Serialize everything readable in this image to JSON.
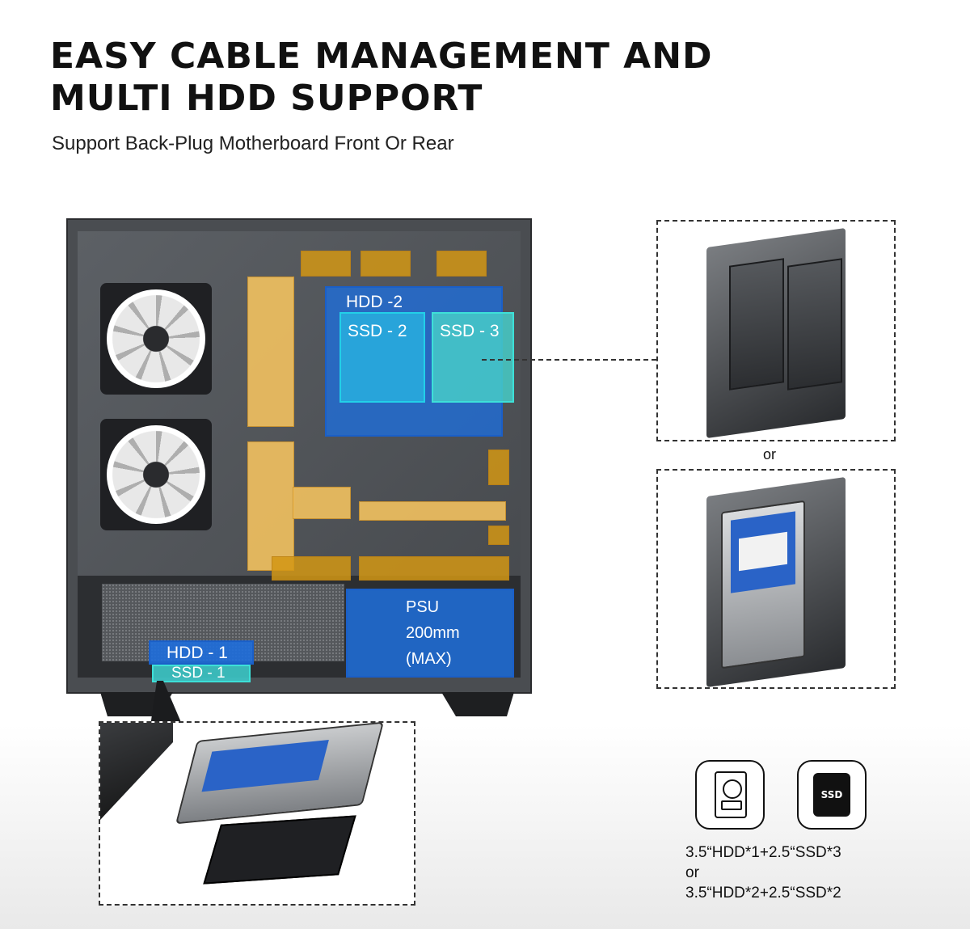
{
  "header": {
    "title_line1": "EASY CABLE MANAGEMENT AND",
    "title_line2": "MULTI HDD SUPPORT",
    "subtitle": "Support Back-Plug Motherboard Front Or Rear"
  },
  "chassis": {
    "zones": {
      "hdd2": "HDD -2",
      "ssd2": "SSD - 2",
      "ssd3": "SSD - 3",
      "psu_line1": "PSU",
      "psu_line2": "200mm",
      "psu_line3": "(MAX)",
      "hdd1": "HDD - 1",
      "ssd1": "SSD - 1"
    }
  },
  "callouts": {
    "or_between": "or"
  },
  "icons": {
    "hdd_icon": "hdd-icon",
    "ssd_icon": "ssd-icon",
    "ssd_icon_text": "SSD"
  },
  "support": {
    "line1": "3.5“HDD*1+2.5“SSD*3",
    "line2": "or",
    "line3": "3.5“HDD*2+2.5“SSD*2"
  },
  "colors": {
    "cable_routing": "#f6c460",
    "drive_zone": "#1e6edc",
    "ssd_zone": "#46cdc8"
  }
}
